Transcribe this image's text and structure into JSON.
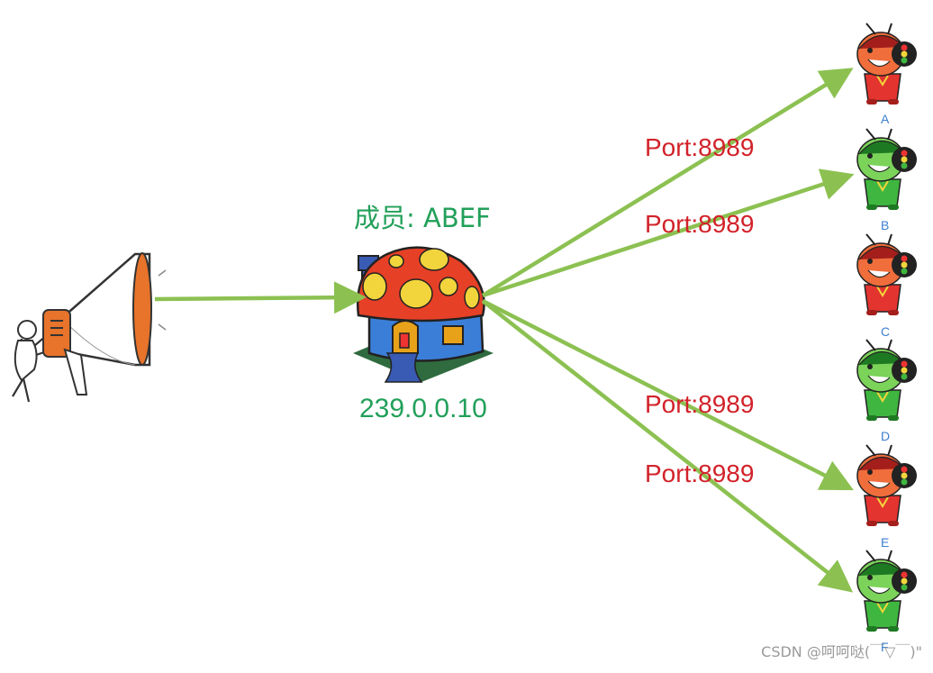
{
  "group": {
    "members_label": "成员: ABEF",
    "address": "239.0.0.10"
  },
  "ports": [
    "Port:8989",
    "Port:8989",
    "Port:8989",
    "Port:8989"
  ],
  "receivers": [
    {
      "letter": "A",
      "color": "red"
    },
    {
      "letter": "B",
      "color": "green"
    },
    {
      "letter": "C",
      "color": "red"
    },
    {
      "letter": "D",
      "color": "green"
    },
    {
      "letter": "E",
      "color": "red"
    },
    {
      "letter": "F",
      "color": "green"
    }
  ],
  "watermark": "CSDN @呵呵哒(￣▽￣)\"",
  "colors": {
    "arrow": "#8cc152",
    "port_text": "#d2222a",
    "group_text": "#22a05a",
    "letter_text": "#3c7fd1"
  }
}
